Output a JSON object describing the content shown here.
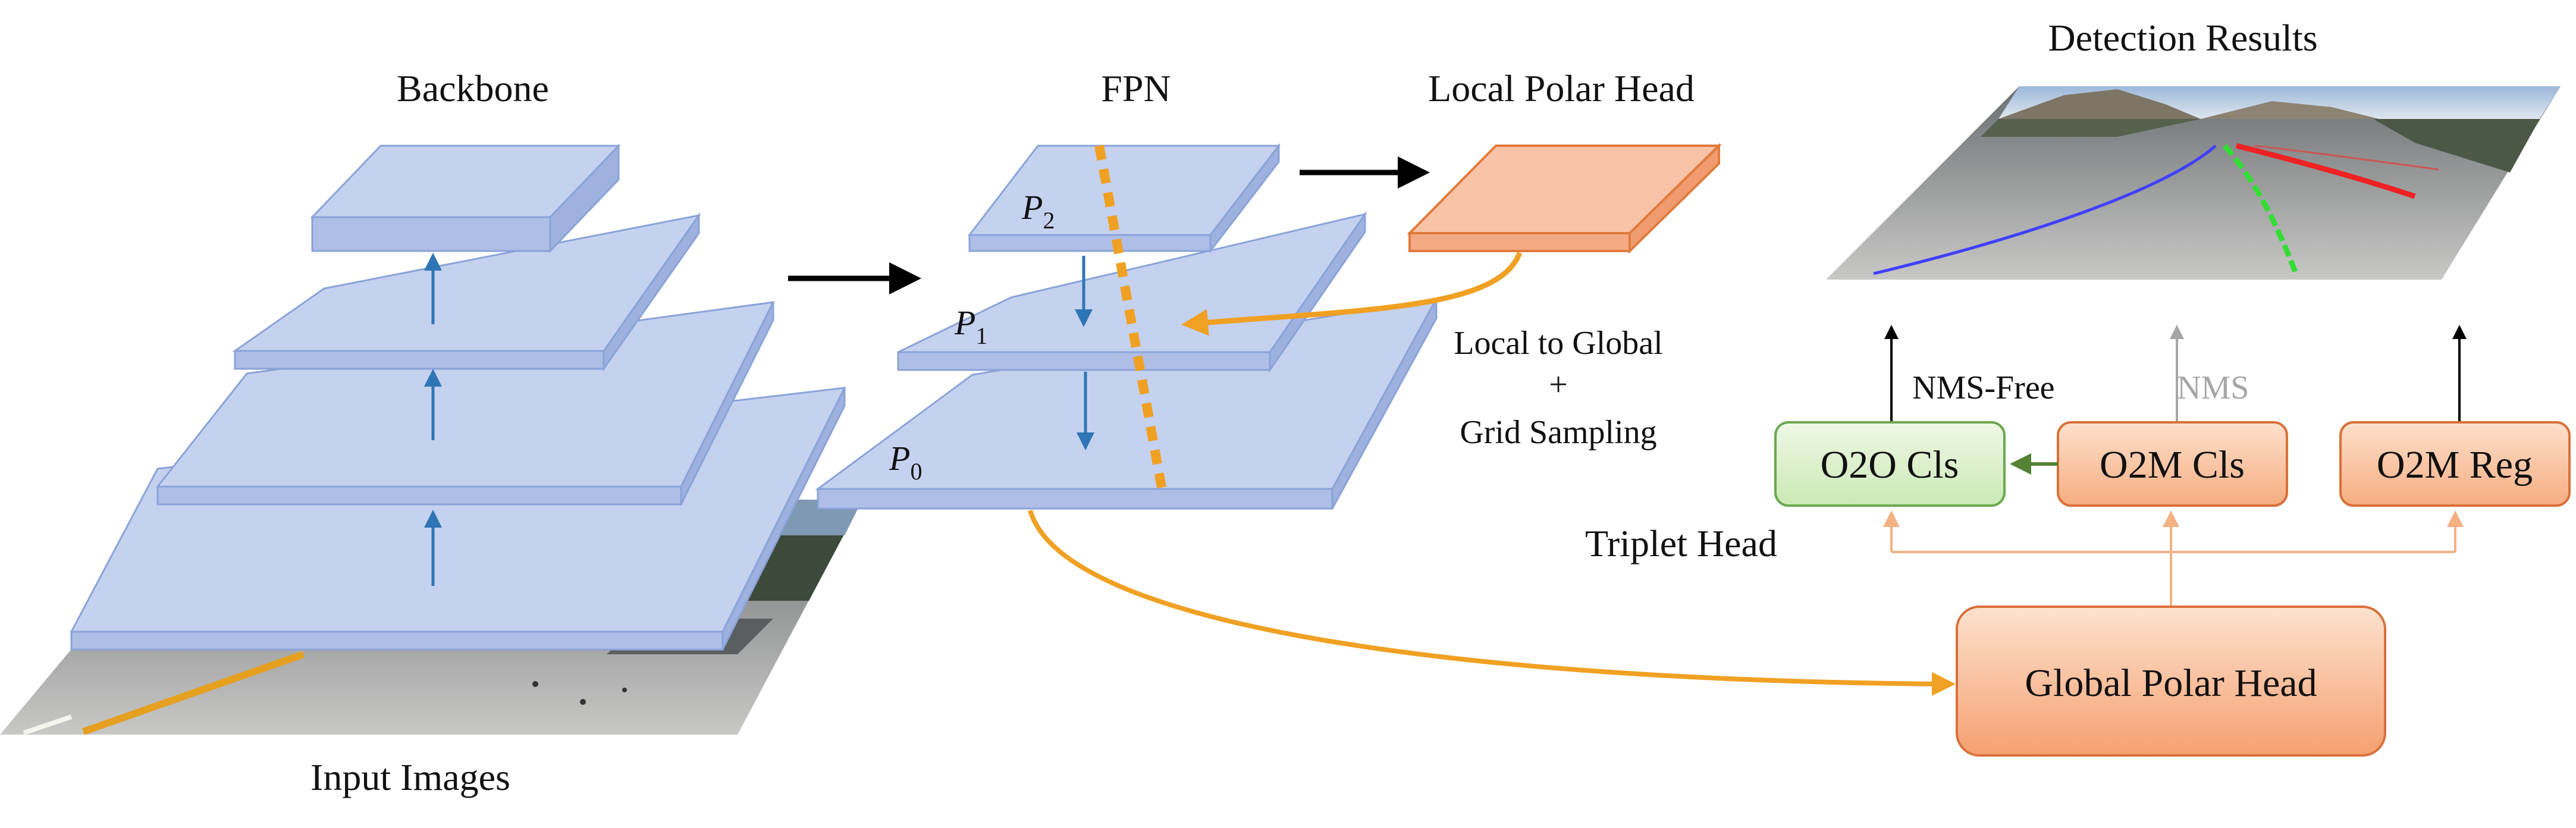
{
  "labels": {
    "backbone": "Backbone",
    "fpn": "FPN",
    "local_polar_head": "Local Polar Head",
    "detection_results": "Detection Results",
    "input_images": "Input Images",
    "local_to_global_line1": "Local to Global",
    "local_to_global_line2": "+",
    "local_to_global_line3": "Grid Sampling",
    "triplet_head": "Triplet Head",
    "nms_free": "NMS-Free",
    "nms": "NMS",
    "global_polar_head": "Global Polar Head"
  },
  "fpn_levels": [
    {
      "letter": "P",
      "sub": "2"
    },
    {
      "letter": "P",
      "sub": "1"
    },
    {
      "letter": "P",
      "sub": "0"
    }
  ],
  "heads": {
    "o2o_cls": "O2O Cls",
    "o2m_cls": "O2M Cls",
    "o2m_reg": "O2M Reg"
  },
  "colors": {
    "plate": "#c5d2ef",
    "plate_edge": "#8aa3d9",
    "blue_arrow": "#2e75b6",
    "orange_arrow": "#f0a022",
    "local_head_fill": "#f9c3a8",
    "local_head_edge": "#e07b3c",
    "o2o_fill": "#d9f0c8",
    "o2o_edge": "#6aa84f",
    "o2m_fill": "#f9c7a6",
    "o2m_edge": "#d9703a",
    "nms_gray": "#a6a6a6",
    "light_connector": "#f4b183",
    "lane_blue": "#4040ff",
    "lane_green": "#33dd33",
    "lane_red": "#ee2222"
  }
}
